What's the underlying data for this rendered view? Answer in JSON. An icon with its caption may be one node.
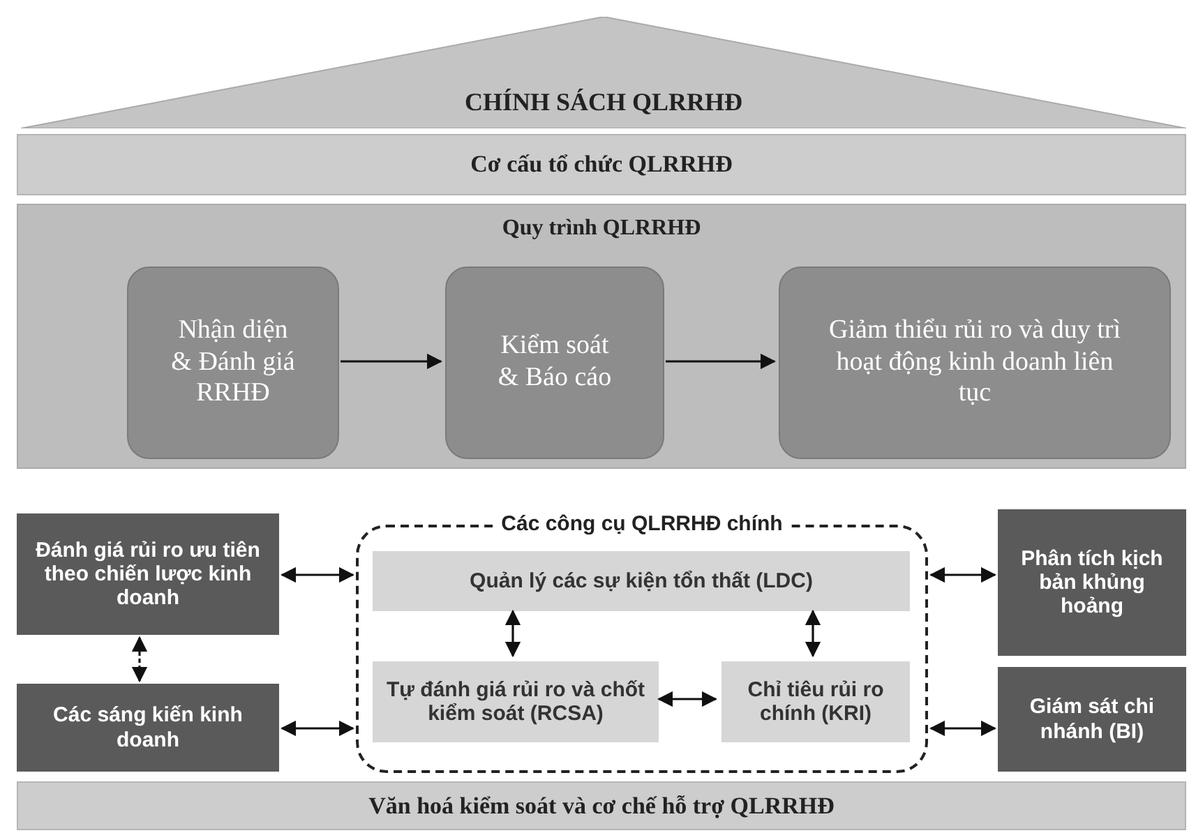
{
  "diagram": {
    "nodes": [
      {
        "text": [
          "CHÍNH SÁCH QLRRHĐ"
        ]
      },
      {
        "text": [
          "Cơ cấu tổ chức QLRRHĐ"
        ]
      },
      {
        "text": [
          "Quy trình QLRRHĐ"
        ]
      },
      {
        "text": [
          "Nhận diện & Đánh giá RRHĐ"
        ],
        "in": 2
      },
      {
        "text": [
          "Kiểm soát & Báo cáo"
        ],
        "in": 2
      },
      {
        "text": [
          "Giảm thiểu rủi ro và duy trì hoạt động kinh doanh liên tục"
        ],
        "in": 2
      },
      {
        "text": [
          "Đánh giá rủi ro ưu tiên theo chiến lược kinh doanh"
        ]
      },
      {
        "text": [
          "Các công cụ QLRRHĐ chính"
        ]
      },
      {
        "text": [
          "Quản lý các sự kiện tổn thất (LDC)"
        ],
        "in": 7
      },
      {
        "text": [
          "Phân tích kịch bản khủng hoảng"
        ]
      },
      {
        "text": [
          "Các sáng kiến kinh doanh"
        ]
      },
      {
        "text": [
          "Tự đánh giá rủi ro và chốt kiểm soát (RCSA)"
        ],
        "in": 7
      },
      {
        "text": [
          "Chỉ tiêu rủi ro chính (KRI)"
        ],
        "in": 7
      },
      {
        "text": [
          "Giám sát chi nhánh (BI)"
        ]
      },
      {
        "text": [
          "Văn hoá kiểm soát và cơ chế hỗ trợ QLRRHĐ"
        ]
      }
    ],
    "edges": [
      {
        "from": 3,
        "to": 4,
        "arrow": "to"
      },
      {
        "from": 4,
        "to": 5,
        "arrow": "to"
      },
      {
        "from": 6,
        "to": 7,
        "arrow": "both"
      },
      {
        "from": 9,
        "to": 7,
        "arrow": "both"
      },
      {
        "from": 6,
        "to": 10,
        "arrow": "both",
        "style": "dashed"
      },
      {
        "from": 8,
        "to": 11,
        "arrow": "both"
      },
      {
        "from": 8,
        "to": 12,
        "arrow": "both"
      },
      {
        "from": 11,
        "to": 12,
        "arrow": "both"
      },
      {
        "from": 10,
        "to": 7,
        "arrow": "both"
      },
      {
        "from": 13,
        "to": 7,
        "arrow": "both"
      }
    ]
  }
}
